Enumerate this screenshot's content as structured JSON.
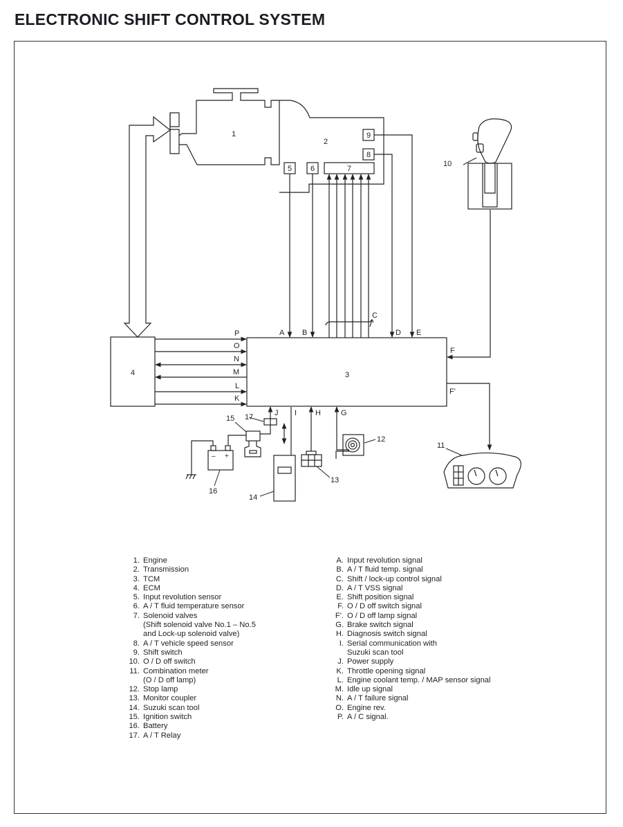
{
  "title": "ELECTRONIC SHIFT CONTROL SYSTEM",
  "diagram": {
    "component_labels": {
      "engine": "1",
      "transmission": "2",
      "tcm": "3",
      "ecm": "4",
      "input_revolution_sensor": "5",
      "fluid_temp_sensor": "6",
      "solenoid_valves": "7",
      "vehicle_speed_sensor": "8",
      "shift_switch": "9",
      "od_off_switch": "10",
      "combination_meter": "11",
      "stop_lamp": "12",
      "monitor_coupler": "13",
      "scan_tool": "14",
      "ignition_switch": "15",
      "battery": "16",
      "at_relay": "17"
    },
    "signal_labels": {
      "A": "A",
      "B": "B",
      "C": "C",
      "D": "D",
      "E": "E",
      "F": "F",
      "F_prime": "F'",
      "G": "G",
      "H": "H",
      "I": "I",
      "J": "J",
      "K": "K",
      "L": "L",
      "M": "M",
      "N": "N",
      "O": "O",
      "P": "P"
    },
    "battery_terminals": {
      "negative": "–",
      "positive": "+"
    }
  },
  "legend_components": [
    {
      "key": "1.",
      "text": "Engine"
    },
    {
      "key": "2.",
      "text": "Transmission"
    },
    {
      "key": "3.",
      "text": "TCM"
    },
    {
      "key": "4.",
      "text": "ECM"
    },
    {
      "key": "5.",
      "text": "Input revolution sensor"
    },
    {
      "key": "6.",
      "text": "A / T fluid temperature sensor"
    },
    {
      "key": "7.",
      "text": "Solenoid valves",
      "cont": [
        "(Shift solenoid valve No.1 – No.5",
        "and Lock-up solenoid valve)"
      ]
    },
    {
      "key": "8.",
      "text": "A / T vehicle speed sensor"
    },
    {
      "key": "9.",
      "text": "Shift switch"
    },
    {
      "key": "10.",
      "text": "O / D off switch"
    },
    {
      "key": "11.",
      "text": "Combination meter",
      "cont": [
        "(O / D off lamp)"
      ]
    },
    {
      "key": "12.",
      "text": "Stop lamp"
    },
    {
      "key": "13.",
      "text": "Monitor coupler"
    },
    {
      "key": "14.",
      "text": "Suzuki scan tool"
    },
    {
      "key": "15.",
      "text": "Ignition switch"
    },
    {
      "key": "16.",
      "text": "Battery"
    },
    {
      "key": "17.",
      "text": "A / T Relay"
    }
  ],
  "legend_signals": [
    {
      "key": "A.",
      "text": "Input revolution signal"
    },
    {
      "key": "B.",
      "text": "A / T fluid temp. signal"
    },
    {
      "key": "C.",
      "text": "Shift / lock-up control signal"
    },
    {
      "key": "D.",
      "text": "A / T VSS signal"
    },
    {
      "key": "E.",
      "text": "Shift position signal"
    },
    {
      "key": "F.",
      "text": "O / D off switch signal"
    },
    {
      "key": "F'.",
      "text": "O / D off lamp signal"
    },
    {
      "key": "G.",
      "text": "Brake switch signal"
    },
    {
      "key": "H.",
      "text": "Diagnosis switch signal"
    },
    {
      "key": "I.",
      "text": "Serial communication with",
      "cont": [
        "Suzuki scan tool"
      ]
    },
    {
      "key": "J.",
      "text": "Power supply"
    },
    {
      "key": "K.",
      "text": "Throttle opening signal"
    },
    {
      "key": "L.",
      "text": "Engine coolant temp.  / MAP sensor signal"
    },
    {
      "key": "M.",
      "text": "Idle up signal"
    },
    {
      "key": "N.",
      "text": "A / T failure signal"
    },
    {
      "key": "O.",
      "text": "Engine rev."
    },
    {
      "key": "P.",
      "text": "A / C signal."
    }
  ]
}
